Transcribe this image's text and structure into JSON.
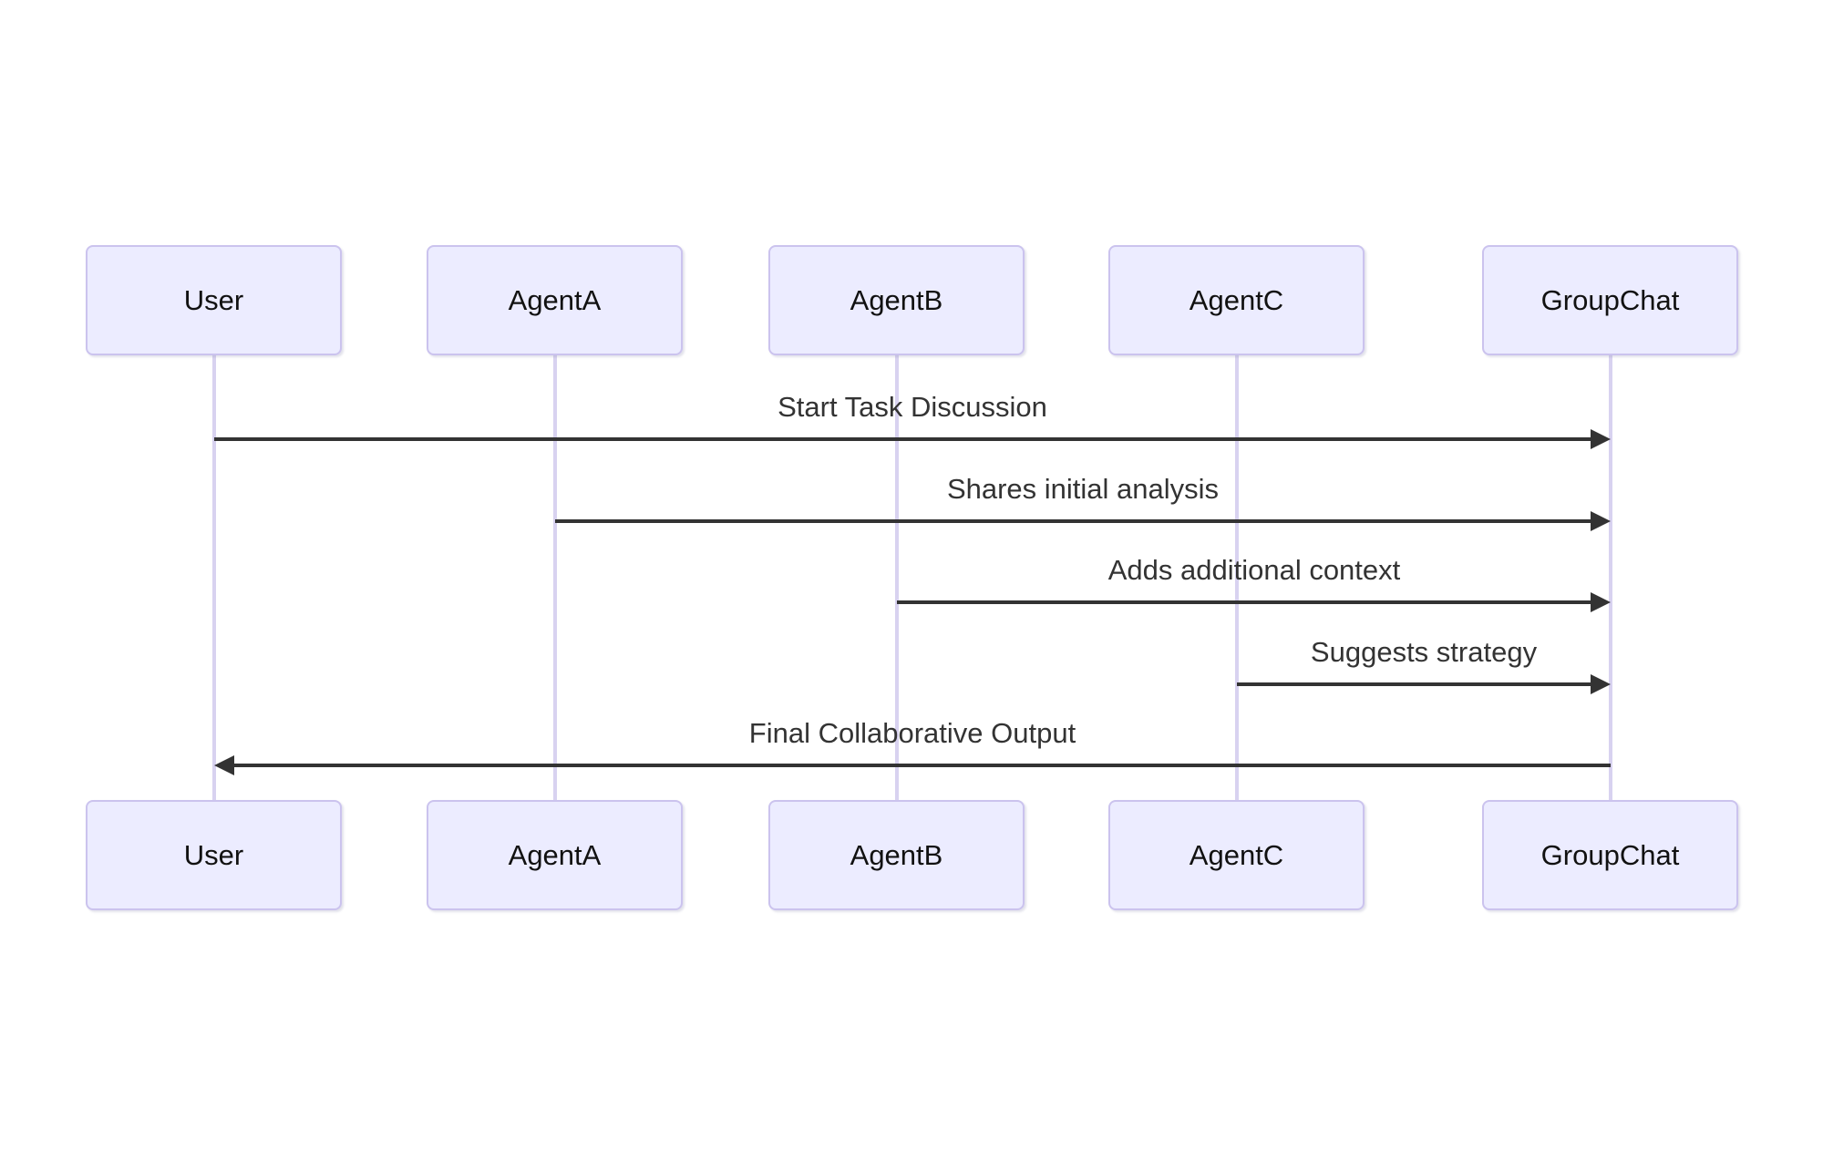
{
  "diagram": {
    "type": "sequence",
    "participants": [
      {
        "id": "user",
        "label": "User"
      },
      {
        "id": "agent-a",
        "label": "AgentA"
      },
      {
        "id": "agent-b",
        "label": "AgentB"
      },
      {
        "id": "agent-c",
        "label": "AgentC"
      },
      {
        "id": "groupchat",
        "label": "GroupChat"
      }
    ],
    "messages": [
      {
        "from": "User",
        "to": "GroupChat",
        "label": "Start Task Discussion",
        "line": "solid",
        "arrowhead": "filled"
      },
      {
        "from": "AgentA",
        "to": "GroupChat",
        "label": "Shares initial analysis",
        "line": "solid",
        "arrowhead": "filled"
      },
      {
        "from": "AgentB",
        "to": "GroupChat",
        "label": "Adds additional context",
        "line": "solid",
        "arrowhead": "filled"
      },
      {
        "from": "AgentC",
        "to": "GroupChat",
        "label": "Suggests strategy",
        "line": "solid",
        "arrowhead": "filled"
      },
      {
        "from": "GroupChat",
        "to": "User",
        "label": "Final Collaborative Output",
        "line": "solid",
        "arrowhead": "filled"
      }
    ],
    "colors": {
      "background": "#ffffff",
      "actor_fill": "#ececff",
      "actor_border": "#cbc3ee",
      "actor_text": "#111111",
      "lifeline": "#d8d2f0",
      "arrow": "#333333",
      "message_text": "#333333"
    }
  }
}
